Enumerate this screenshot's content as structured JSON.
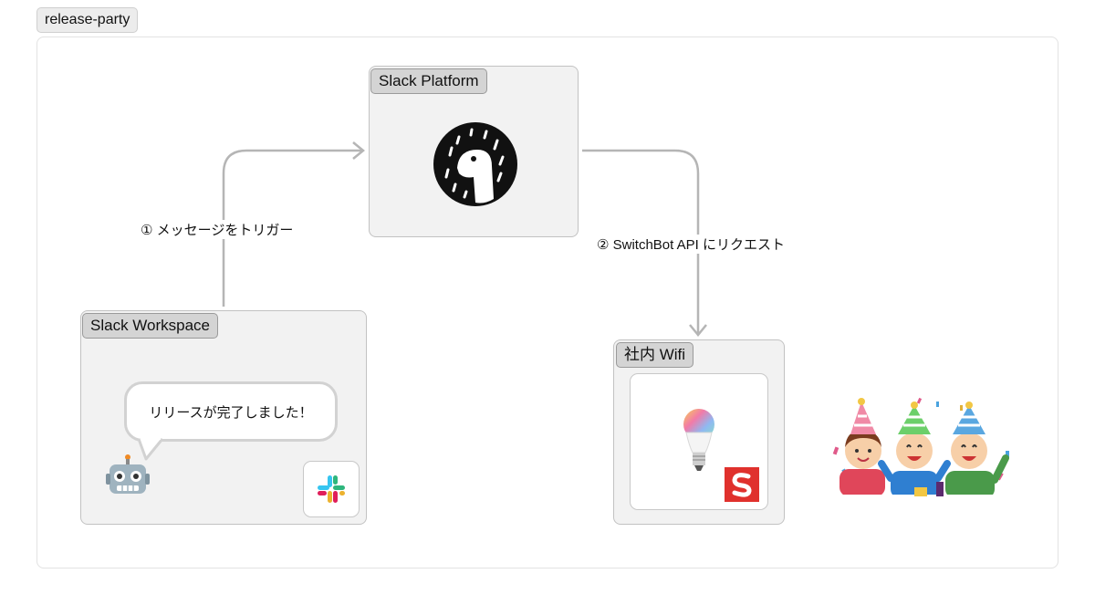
{
  "board": {
    "title": "release-party"
  },
  "groups": {
    "platform": {
      "label": "Slack Platform"
    },
    "workspace": {
      "label": "Slack Workspace"
    },
    "wifi": {
      "label": "社内 Wifi"
    }
  },
  "edges": [
    {
      "label": "① メッセージをトリガー"
    },
    {
      "label": "② SwitchBot API にリクエスト"
    }
  ],
  "bubble": {
    "text": "リリースが完了しました！"
  },
  "icons": {
    "platform": "deno-dinosaur-logo",
    "bot": "robot-icon",
    "app": "slack-logo-icon",
    "device": "smart-bulb-icon",
    "brand": "switchbot-logo-icon",
    "illustration": "party-people-illustration"
  },
  "colors": {
    "connector": "#b5b5b5",
    "brand_red": "#e0312d"
  }
}
